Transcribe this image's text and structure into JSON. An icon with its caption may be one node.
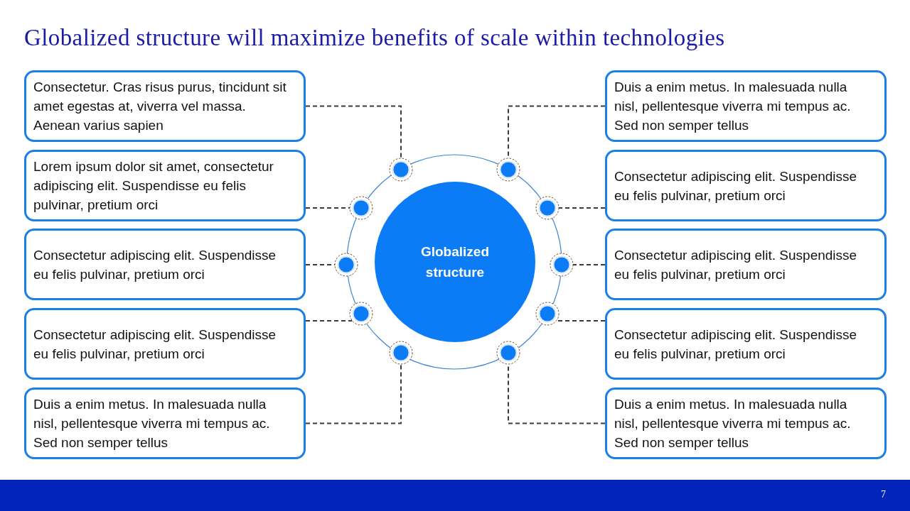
{
  "diagram": {
    "title": "Globalized structure will maximize benefits of scale within technologies",
    "nodes": [
      {
        "text": [
          "Consectetur. Cras risus purus, tincidunt sit amet egestas at, viverra vel massa. Aenean varius sapien"
        ]
      },
      {
        "text": [
          "Duis a enim metus. In malesuada nulla nisl, pellentesque viverra mi tempus ac. Sed non semper tellus"
        ]
      },
      {
        "text": [
          "Lorem ipsum dolor sit amet, consectetur adipiscing elit. Suspendisse eu felis pulvinar, pretium orci"
        ]
      },
      {
        "text": [
          "Consectetur adipiscing elit. Suspendisse eu felis pulvinar, pretium orci"
        ]
      },
      {
        "text": [
          "Consectetur adipiscing elit. Suspendisse eu felis pulvinar, pretium orci"
        ]
      },
      {
        "text": [
          "Consectetur adipiscing elit. Suspendisse eu felis pulvinar, pretium orci"
        ]
      },
      {
        "text": [
          "Consectetur adipiscing elit. Suspendisse eu felis pulvinar, pretium orci"
        ]
      },
      {
        "text": [
          "Consectetur adipiscing elit. Suspendisse eu felis pulvinar, pretium orci"
        ]
      },
      {
        "text": [
          "Duis a enim metus. In malesuada nulla nisl, pellentesque viverra mi tempus ac. Sed non semper tellus"
        ]
      },
      {
        "text": [
          "Duis a enim metus. In malesuada nulla nisl, pellentesque viverra mi tempus ac. Sed non semper tellus"
        ]
      },
      {
        "text": [
          "Globalized structure"
        ]
      },
      {
        "text": [],
        "shape": "circle"
      },
      {
        "text": [],
        "shape": "circle"
      },
      {
        "text": [],
        "shape": "circle"
      },
      {
        "text": [],
        "shape": "circle"
      },
      {
        "text": [],
        "shape": "circle"
      },
      {
        "text": [],
        "shape": "circle"
      },
      {
        "text": [],
        "shape": "circle"
      },
      {
        "text": [],
        "shape": "circle"
      },
      {
        "text": [],
        "shape": "circle"
      },
      {
        "text": [],
        "shape": "circle"
      }
    ],
    "edges": [
      {
        "from": 0,
        "to": 11,
        "arrow": "none",
        "style": "dashed"
      },
      {
        "from": 1,
        "to": 12,
        "arrow": "none",
        "style": "dashed"
      },
      {
        "from": 2,
        "to": 13,
        "arrow": "none",
        "style": "dashed"
      },
      {
        "from": 3,
        "to": 14,
        "arrow": "none",
        "style": "dashed"
      },
      {
        "from": 4,
        "to": 15,
        "arrow": "none",
        "style": "dashed"
      },
      {
        "from": 5,
        "to": 16,
        "arrow": "none",
        "style": "dashed"
      },
      {
        "from": 6,
        "to": 17,
        "arrow": "none",
        "style": "dashed"
      },
      {
        "from": 7,
        "to": 18,
        "arrow": "none",
        "style": "dashed"
      },
      {
        "from": 8,
        "to": 19,
        "arrow": "none",
        "style": "dashed"
      },
      {
        "from": 9,
        "to": 20,
        "arrow": "none",
        "style": "dashed"
      }
    ],
    "labels": [
      "7"
    ]
  }
}
